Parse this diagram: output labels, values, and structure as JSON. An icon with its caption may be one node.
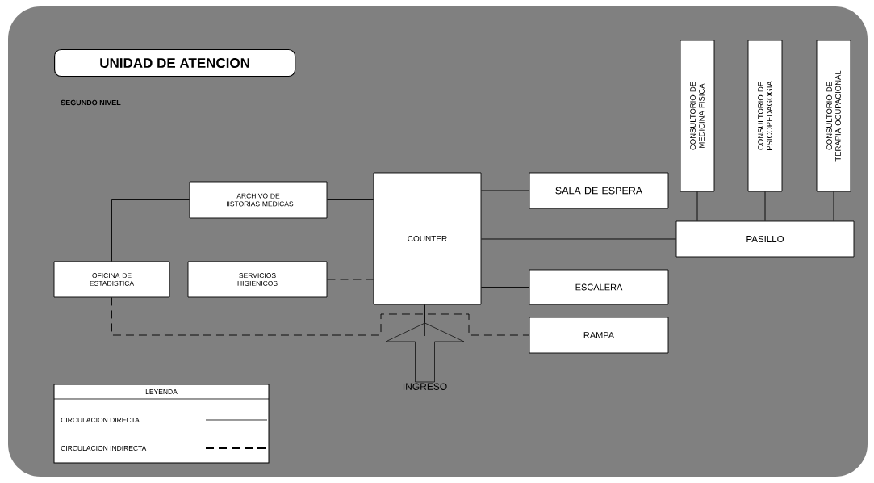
{
  "diagram": {
    "title": "UNIDAD DE ATENCION",
    "nodes": [
      {
        "text": [
          "ARCHIVO DE HISTORIAS MEDICAS"
        ]
      },
      {
        "text": [
          "OFICINA DE ESTADISTICA"
        ]
      },
      {
        "text": [
          "SERVICIOS HIGIENICOS"
        ]
      },
      {
        "text": [
          "COUNTER"
        ]
      },
      {
        "text": [
          "SALA DE ESPERA"
        ]
      },
      {
        "text": [
          "ESCALERA"
        ]
      },
      {
        "text": [
          "RAMPA"
        ]
      },
      {
        "text": [
          "PASILLO"
        ]
      },
      {
        "text": [
          "CONSULTORIO DE MEDICINA FISICA"
        ]
      },
      {
        "text": [
          "CONSULTORIO DE PSICOPEDAGOGIA"
        ]
      },
      {
        "text": [
          "CONSULTORIO DE TERAPIA OCUPACIONAL"
        ]
      },
      {
        "text": [
          "INGRESO"
        ]
      }
    ],
    "edges": [
      {
        "from": 1,
        "to": 0,
        "arrow": "none"
      },
      {
        "from": 0,
        "to": 3,
        "arrow": "none"
      },
      {
        "from": 2,
        "to": 3,
        "arrow": "none",
        "style": "dashed"
      },
      {
        "from": 3,
        "to": 4,
        "arrow": "none"
      },
      {
        "from": 3,
        "to": 7,
        "arrow": "none"
      },
      {
        "from": 3,
        "to": 5,
        "arrow": "none"
      },
      {
        "from": 8,
        "to": 7,
        "arrow": "none"
      },
      {
        "from": 9,
        "to": 7,
        "arrow": "none"
      },
      {
        "from": 10,
        "to": 7,
        "arrow": "none"
      },
      {
        "from": 1,
        "to": 6,
        "arrow": "none",
        "style": "dashed"
      },
      {
        "from": 11,
        "to": 3,
        "arrow": "none"
      }
    ],
    "labels": [
      "SEGUNDO NIVEL",
      "LEYENDA"
    ],
    "legend": [
      {
        "text": "CIRCULACION DIRECTA"
      },
      {
        "text": "CIRCULACION INDIRECTA"
      }
    ]
  }
}
